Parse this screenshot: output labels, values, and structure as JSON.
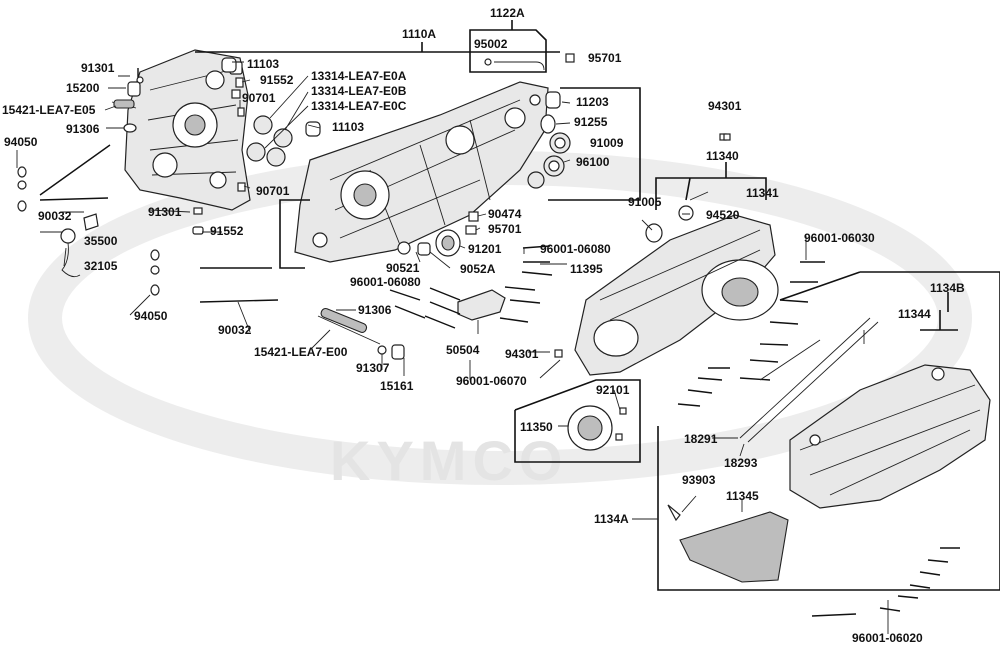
{
  "watermark": {
    "brand": "KYMCO"
  },
  "labels": {
    "p1110A": "1110A",
    "p1122A": "1122A",
    "p95002": "95002",
    "p95701a": "95701",
    "p91301a": "91301",
    "p11103a": "11103",
    "p15200": "15200",
    "p91552a": "91552",
    "p13314a": "13314-LEA7-E0A",
    "p13314b": "13314-LEA7-E0B",
    "p13314c": "13314-LEA7-E0C",
    "p15421a": "15421-LEA7-E05",
    "p90701a": "90701",
    "p91306a": "91306",
    "p11103b": "11103",
    "p94050a": "94050",
    "p90701b": "90701",
    "p90032a": "90032",
    "p91301b": "91301",
    "p35500": "35500",
    "p91552b": "91552",
    "p32105": "32105",
    "p94050b": "94050",
    "p90032b": "90032",
    "p11203": "11203",
    "p91255": "91255",
    "p91009": "91009",
    "p96100": "96100",
    "p94301a": "94301",
    "p11340": "11340",
    "p91005": "91005",
    "p94520": "94520",
    "p11341": "11341",
    "p90474": "90474",
    "p95701b": "95701",
    "p91201": "91201",
    "p96001_06080a": "96001-06080",
    "p96001_06030": "96001-06030",
    "p90521": "90521",
    "p9052A": "9052A",
    "p11395": "11395",
    "p96001_06080b": "96001-06080",
    "p1134B": "1134B",
    "p91306b": "91306",
    "p11344": "11344",
    "p15421b": "15421-LEA7-E00",
    "p50504": "50504",
    "p94301b": "94301",
    "p91307": "91307",
    "p15161": "15161",
    "p96001_06070": "96001-06070",
    "p92101": "92101",
    "p11350": "11350",
    "p18291": "18291",
    "p18293": "18293",
    "p93903": "93903",
    "p11345": "11345",
    "p1134A": "1134A",
    "p96001_06020": "96001-06020"
  }
}
